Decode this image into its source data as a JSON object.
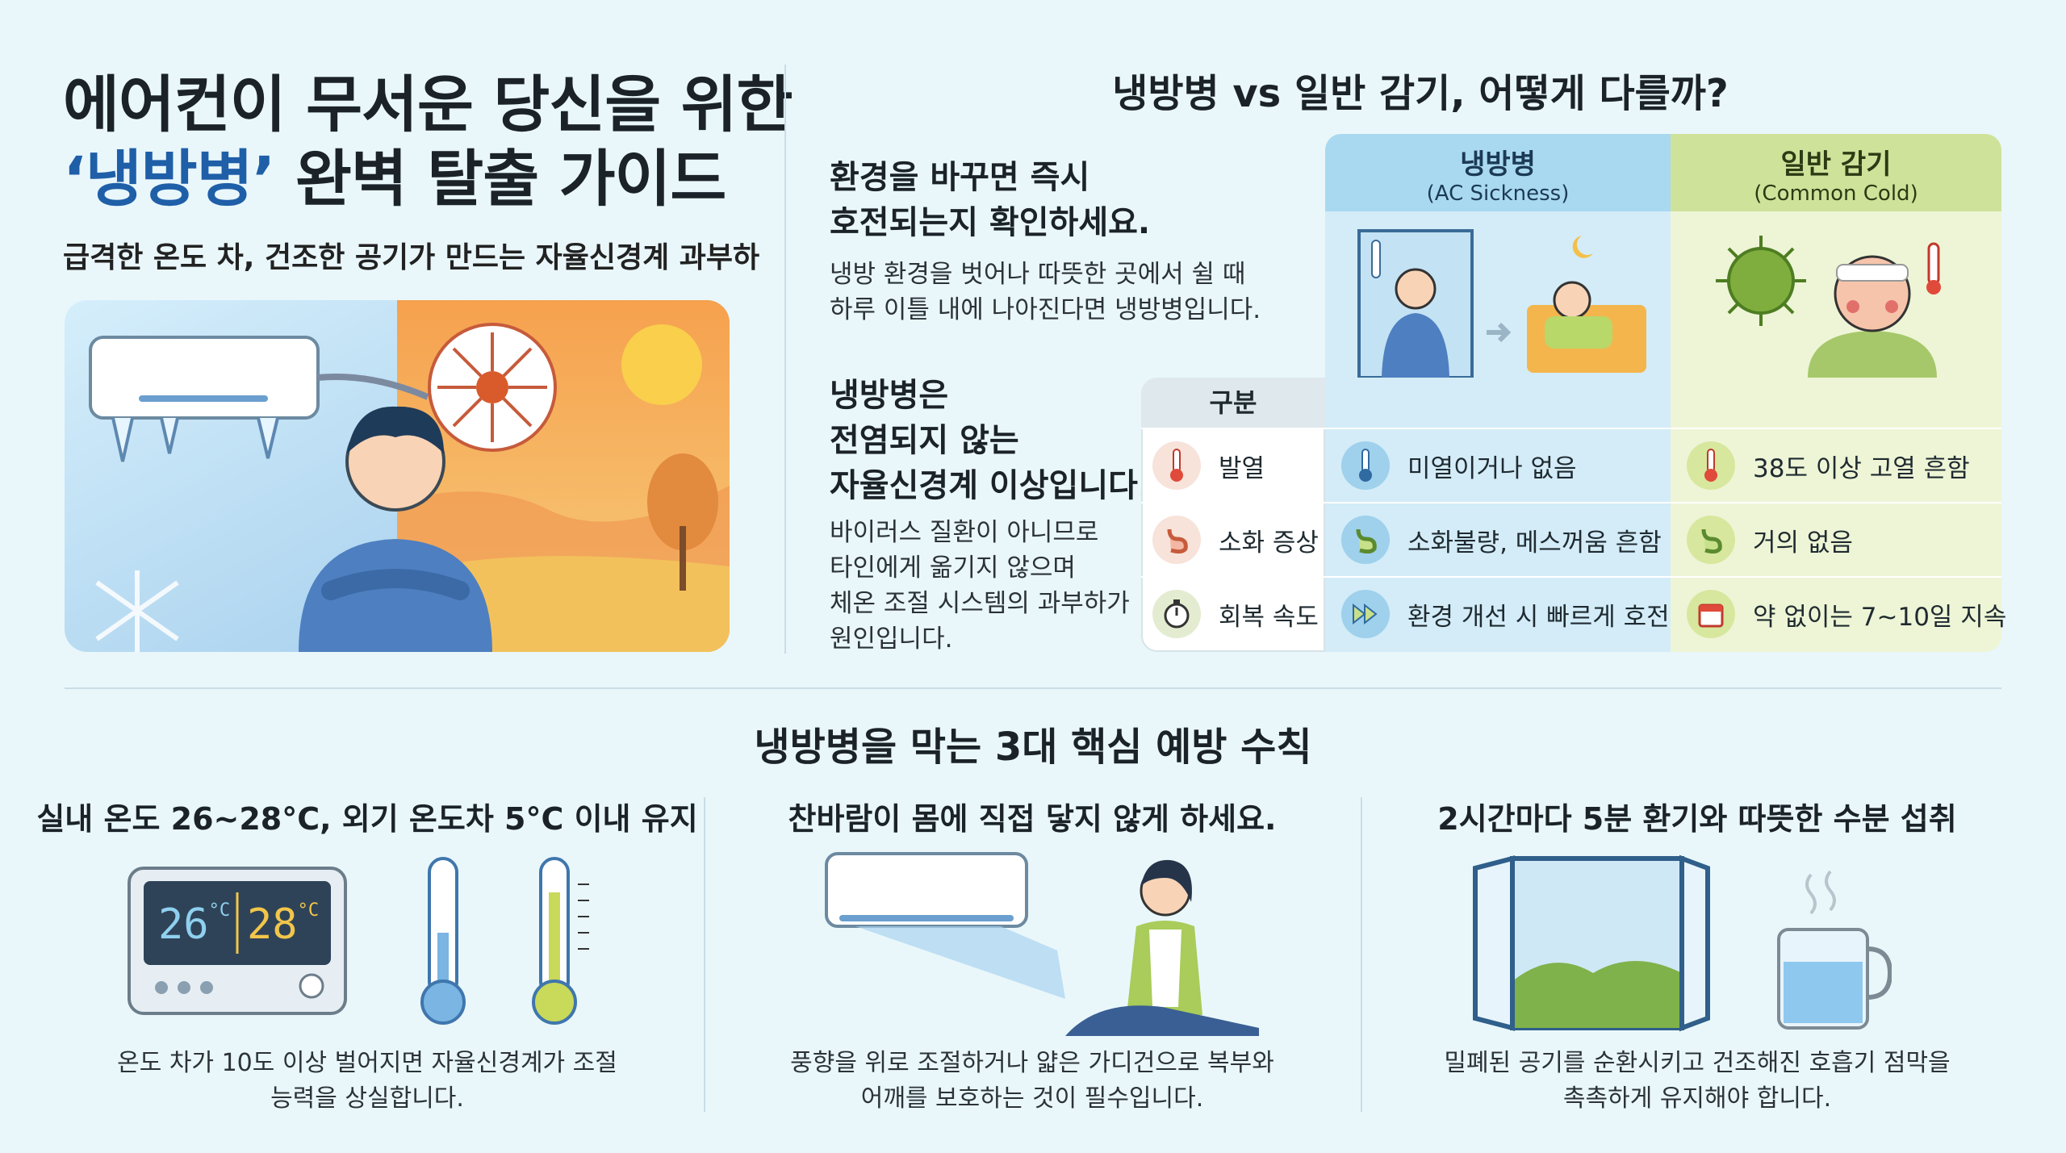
{
  "header": {
    "title_line1": "에어컨이 무서운 당신을 위한",
    "title_quote_open": "‘",
    "title_highlight": "냉방병",
    "title_quote_close": "’",
    "title_rest": " 완벽 탈출 가이드",
    "subtitle": "급격한 온도 차, 건조한 공기가 만드는 자율신경계 과부하"
  },
  "comparison": {
    "title": "냉방병 vs 일반 감기, 어떻게 다를까?",
    "point1_heading": [
      "환경을 바꾸면 즉시",
      "호전되는지 확인하세요."
    ],
    "point1_text": [
      "냉방 환경을 벗어나 따뜻한 곳에서 쉴 때",
      "하루 이틀 내에 나아진다면 냉방병입니다."
    ],
    "point2_heading": [
      "냉방병은",
      "전염되지 않는",
      "자율신경계 이상입니다."
    ],
    "point2_text": [
      "바이러스 질환이 아니므로",
      "타인에게 옮기지 않으며",
      "체온 조절 시스템의 과부하가",
      "원인입니다."
    ],
    "table": {
      "header_category": "구분",
      "col_ac": {
        "name": "냉방병",
        "sub": "(AC Sickness)"
      },
      "col_cold": {
        "name": "일반 감기",
        "sub": "(Common Cold)"
      },
      "rows": [
        {
          "category": "발열",
          "ac": "미열이거나 없음",
          "cold": "38도 이상 고열 흔함",
          "icon": "thermometer-icon"
        },
        {
          "category": "소화 증상",
          "ac": "소화불량, 메스꺼움 흔함",
          "cold": "거의 없음",
          "icon": "stomach-icon"
        },
        {
          "category": "회복 속도",
          "ac": "환경 개선 시 빠르게 호전",
          "cold": "약 없이는 7~10일 지속",
          "icon": "stopwatch-icon"
        }
      ]
    }
  },
  "prevention": {
    "title": "냉방병을 막는 3대 핵심 예방 수칙",
    "tips": [
      {
        "title": "실내 온도 26~28°C, 외기 온도차 5°C 이내 유지",
        "text": [
          "온도 차가 10도 이상 벌어지면 자율신경계가 조절",
          "능력을 상실합니다."
        ]
      },
      {
        "title": "찬바람이 몸에 직접 닿지 않게 하세요.",
        "text": [
          "풍향을 위로 조절하거나 얇은 가디건으로 복부와",
          "어깨를 보호하는 것이 필수입니다."
        ]
      },
      {
        "title": "2시간마다 5분 환기와 따뜻한 수분 섭취",
        "text": [
          "밀폐된 공기를 순환시키고 건조해진 호흡기 점막을",
          "촉촉하게 유지해야 합니다."
        ]
      }
    ],
    "thermostat": {
      "indoor": "26",
      "outdoor": "28",
      "unit": "°C"
    }
  },
  "colors": {
    "background": "#e9f7fb",
    "highlight_blue": "#1f5fa8",
    "ac_column": "#d3ecf8",
    "ac_header": "#a9d9f0",
    "cold_column": "#eef5d6",
    "cold_header": "#cfe29a"
  }
}
